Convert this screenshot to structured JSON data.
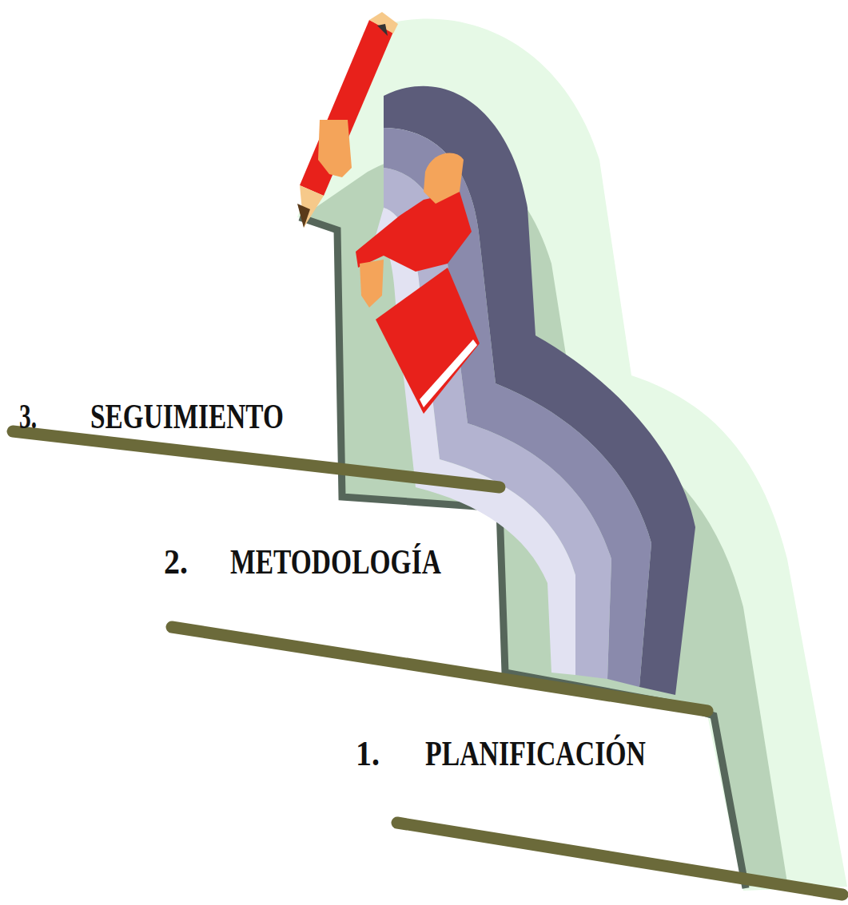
{
  "diagram": {
    "labels": [
      "3.",
      "SEGUIMIENTO",
      "2.",
      "METODOLOGÍA",
      "1.",
      "PLANIFICACIÓN"
    ]
  }
}
